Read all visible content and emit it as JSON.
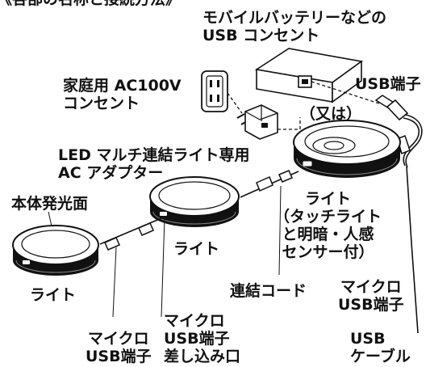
{
  "header": {
    "title_partial": "《各部の名称と接続方法》"
  },
  "labels": {
    "battery": "モバイルバッテリーなどの\nUSB コンセント",
    "outlet": "家庭用 AC100V\nコンセント",
    "usb_terminal_top": "USB端子",
    "or": "（又は）",
    "adapter": "LED マルチ連結ライト専用\nAC アダプター",
    "body_face": "本体発光面",
    "light_right": "ライト\n（タッチライト\nと明暗・人感\nセンサー付）",
    "light_middle": "ライト",
    "light_left": "ライト",
    "link_cord": "連結コード",
    "micro_usb_terminal": "マイクロ\nUSB端子",
    "micro_usb_left": "マイクロ\nUSB端子",
    "micro_usb_socket": "マイクロ\nUSB端子\n差し込み口",
    "usb_cable": "USB\nケーブル"
  },
  "colors": {
    "line": "#111111",
    "face": "#ffffff",
    "ring": "#e8e8e8",
    "band": "#1a1a1a"
  },
  "icons": [
    "wall-outlet-icon",
    "ac-adapter-icon",
    "mobile-battery-icon",
    "usb-plug-icon",
    "micro-usb-plug-icon",
    "light-disc-icon"
  ]
}
